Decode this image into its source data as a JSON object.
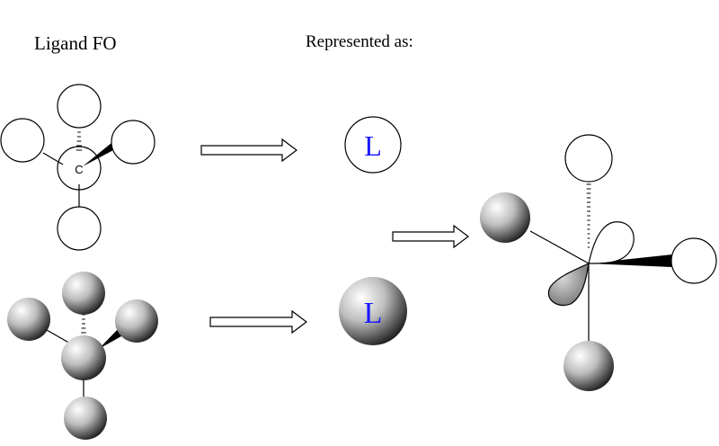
{
  "labels": {
    "ligand_fo": "Ligand FO",
    "represented_as": "Represented as:",
    "carbon_symbol": "C",
    "ligand_symbol_open": "L",
    "ligand_symbol_shaded": "L"
  },
  "colors": {
    "ligand_letter": "#1a1aff",
    "stroke": "#000000",
    "sphere_highlight": "#ffffff",
    "sphere_shadow": "#141414",
    "lobe_shaded": "#7a7a7a"
  },
  "icons": {
    "open_orbital": "open-circle",
    "filled_orbital": "shaded-sphere",
    "arrow": "hollow-right-arrow"
  }
}
